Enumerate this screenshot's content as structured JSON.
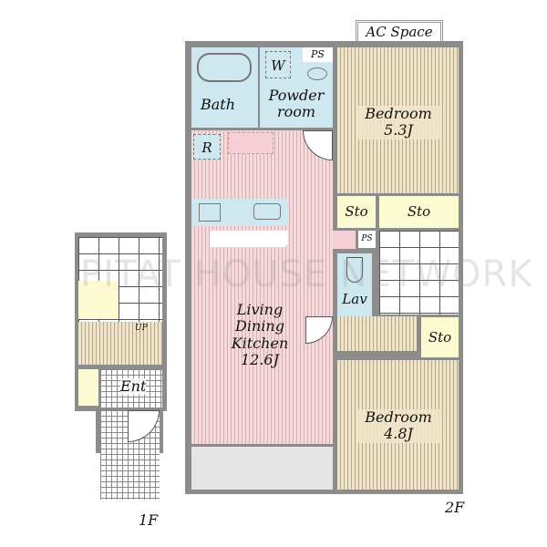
{
  "floor_2f": {
    "label": "2F",
    "ac_space": "AC Space",
    "bath": "Bath",
    "washer": "W",
    "ps_top": "PS",
    "powder_room": [
      "Powder",
      "room"
    ],
    "bedroom_a": {
      "name": "Bedroom",
      "size": "5.3J"
    },
    "storage_a": "Sto",
    "storage_b": "Sto",
    "refrigerator": "R",
    "ps_mid": "PS",
    "lav": "Lav",
    "ldk": {
      "lines": [
        "Living",
        "Dining",
        "Kitchen"
      ],
      "size": "12.6J"
    },
    "storage_c": "Sto",
    "bedroom_b": {
      "name": "Bedroom",
      "size": "4.8J"
    }
  },
  "floor_1f": {
    "label": "1F",
    "up": "UP",
    "entrance": "Ent"
  },
  "watermark": "PITAT HOUSE NETWORK"
}
